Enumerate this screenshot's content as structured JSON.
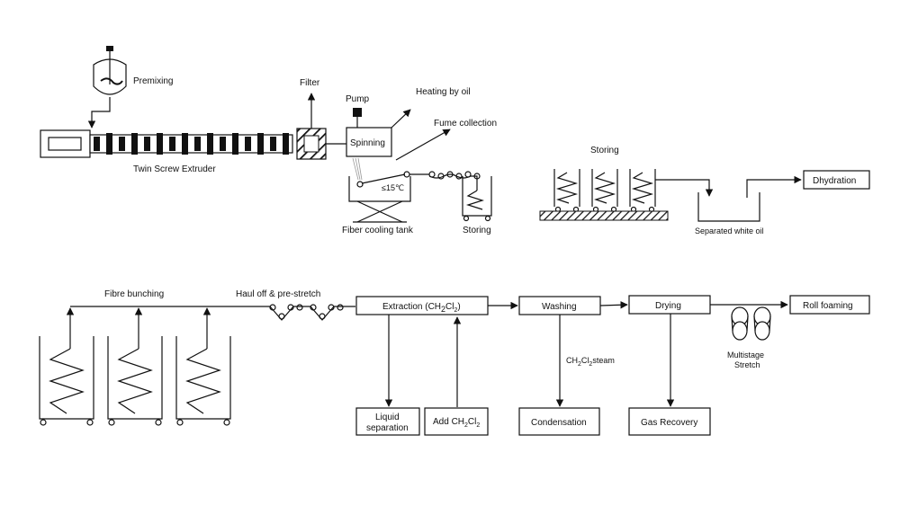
{
  "labels": {
    "premixing": "Premixing",
    "filter": "Filter",
    "pump": "Pump",
    "heating_by_oil": "Heating by oil",
    "fume_collection": "Fume collection",
    "spinning": "Spinning",
    "twin_screw_extruder": "Twin Screw Extruder",
    "temp": "≤15℃",
    "fiber_cooling_tank": "Fiber cooling tank",
    "storing_small": "Storing",
    "storing_title": "Storing",
    "dhydration": "Dhydration",
    "separated_white_oil": "Separated white oil",
    "fibre_bunching": "Fibre bunching",
    "haul_off": "Haul off & pre-stretch",
    "extraction_main": "Extraction (CH",
    "extraction_sub2": "2",
    "extraction_cl": "Cl",
    "extraction_sub2b": "2",
    "extraction_close": ")",
    "washing": "Washing",
    "drying": "Drying",
    "roll_foaming": "Roll foaming",
    "steam_ch": "CH",
    "steam_sub2": "2",
    "steam_cl": "Cl",
    "steam_sub2b": "2",
    "steam_tail": "steam",
    "multistage_line1": "Multistage",
    "multistage_line2": "Stretch",
    "liquid_line1": "Liquid",
    "liquid_line2": "separation",
    "add_main": "Add CH",
    "add_sub2": "2",
    "add_cl": "Cl",
    "add_sub2b": "2",
    "condensation": "Condensation",
    "gas_recovery": "Gas Recovery"
  },
  "colors": {
    "line": "#111111",
    "background": "#ffffff"
  }
}
